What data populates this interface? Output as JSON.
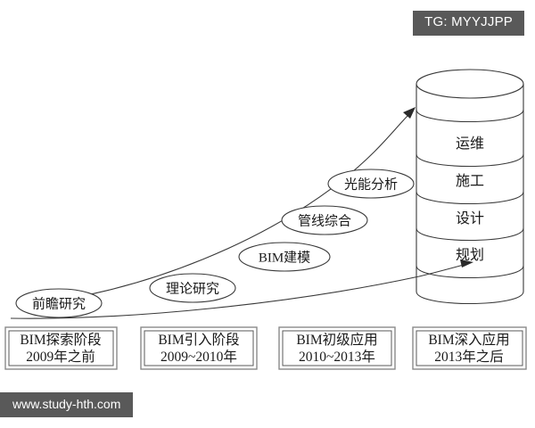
{
  "overlays": {
    "tag_badge": "TG: MYYJJPP",
    "watermark": "www.study-hth.com"
  },
  "colors": {
    "badge_background": "#595959",
    "badge_text": "#ffffff",
    "stroke": "#3a3a3a",
    "box_stroke": "#8a8a8a",
    "canvas": "#ffffff"
  },
  "diagram": {
    "type": "maturity-growth-curve",
    "stage_boxes": [
      {
        "line1": "BIM探索阶段",
        "line2": "2009年之前"
      },
      {
        "line1": "BIM引入阶段",
        "line2": "2009~2010年"
      },
      {
        "line1": "BIM初级应用",
        "line2": "2010~2013年"
      },
      {
        "line1": "BIM深入应用",
        "line2": "2013年之后"
      }
    ],
    "milestones": [
      {
        "label": "前瞻研究"
      },
      {
        "label": "理论研究"
      },
      {
        "label": "BIM建模"
      },
      {
        "label": "管线综合"
      },
      {
        "label": "光能分析"
      }
    ],
    "cylinder_discs": [
      {
        "label": "运维"
      },
      {
        "label": "施工"
      },
      {
        "label": "设计"
      },
      {
        "label": "规划"
      }
    ]
  }
}
